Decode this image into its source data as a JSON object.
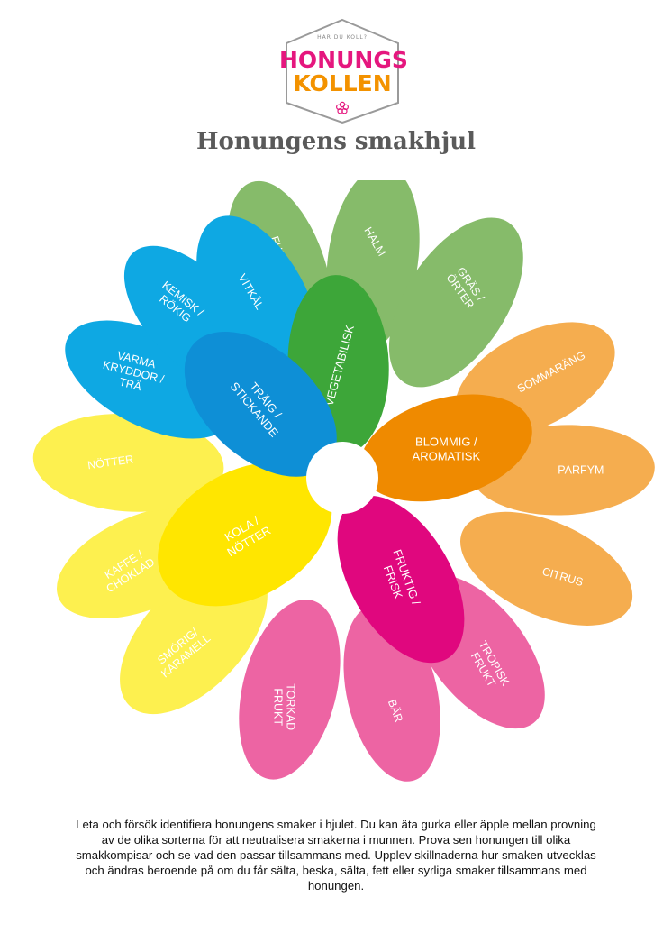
{
  "logo": {
    "tagline": "HAR DU KOLL?",
    "line1": "HONUNGS",
    "line2": "KOLLEN",
    "brand_pink": "#e5177e",
    "brand_orange": "#f39200"
  },
  "title": "Honungens smakhjul",
  "wheel": {
    "categories": [
      {
        "name": "vegetabilisk",
        "label": [
          "VEGETABILISK"
        ],
        "color": "#3da639"
      },
      {
        "name": "blommig",
        "label": [
          "BLOMMIG /",
          "AROMATISK"
        ],
        "color": "#ef8a00"
      },
      {
        "name": "fruktig",
        "label": [
          "FRUKTIG /",
          "FRISK"
        ],
        "color": "#e0077e"
      },
      {
        "name": "kola",
        "label": [
          "KOLA /",
          "NÖTTER"
        ],
        "color": "#ffe600"
      },
      {
        "name": "traig",
        "label": [
          "TRÄIG /",
          "STICKANDE"
        ],
        "color": "#0e8fd6"
      }
    ],
    "petals": [
      {
        "name": "fuktig-mark",
        "label": [
          "FUKTIG",
          "MARK"
        ],
        "color": "#86bb6a"
      },
      {
        "name": "halm",
        "label": [
          "HALM"
        ],
        "color": "#86bb6a"
      },
      {
        "name": "gras-orter",
        "label": [
          "GRÄS /",
          "ÖRTER"
        ],
        "color": "#86bb6a"
      },
      {
        "name": "sommarang",
        "label": [
          "SOMMARÄNG"
        ],
        "color": "#f5ad4f"
      },
      {
        "name": "parfym",
        "label": [
          "PARFYM"
        ],
        "color": "#f5ad4f"
      },
      {
        "name": "citrus",
        "label": [
          "CITRUS"
        ],
        "color": "#f5ad4f"
      },
      {
        "name": "tropisk-frukt",
        "label": [
          "TROPISK",
          "FRUKT"
        ],
        "color": "#ed64a3"
      },
      {
        "name": "bar",
        "label": [
          "BÄR"
        ],
        "color": "#ed64a3"
      },
      {
        "name": "torkad-frukt",
        "label": [
          "TORKAD",
          "FRUKT"
        ],
        "color": "#ed64a3"
      },
      {
        "name": "smorig-karamell",
        "label": [
          "SMÖRIG/",
          "KARAMELL"
        ],
        "color": "#fdf04f"
      },
      {
        "name": "kaffe-choklad",
        "label": [
          "KAFFE /",
          "CHOKLAD"
        ],
        "color": "#fdf04f"
      },
      {
        "name": "notter",
        "label": [
          "NÖTTER"
        ],
        "color": "#fdf04f"
      },
      {
        "name": "varma-kryddor-tra",
        "label": [
          "VARMA",
          "KRYDDOR /",
          "TRÄ"
        ],
        "color": "#0ea8e3"
      },
      {
        "name": "kemisk-rokig",
        "label": [
          "KEMISK /",
          "RÖKIG"
        ],
        "color": "#0ea8e3"
      },
      {
        "name": "vitkal",
        "label": [
          "VITKÅL"
        ],
        "color": "#0ea8e3"
      }
    ]
  },
  "description": "Leta och försök identifiera honungens smaker i hjulet. Du kan äta gurka eller äpple mellan provning av de olika sorterna för att neutralisera smakerna i munnen. Prova sen honungen till olika smakkompisar och se vad den passar tillsammans med. Upplev skillnaderna hur smaken utvecklas och ändras beroende på om du får sälta, beska, sälta, fett eller syrliga smaker tillsammans med honungen."
}
